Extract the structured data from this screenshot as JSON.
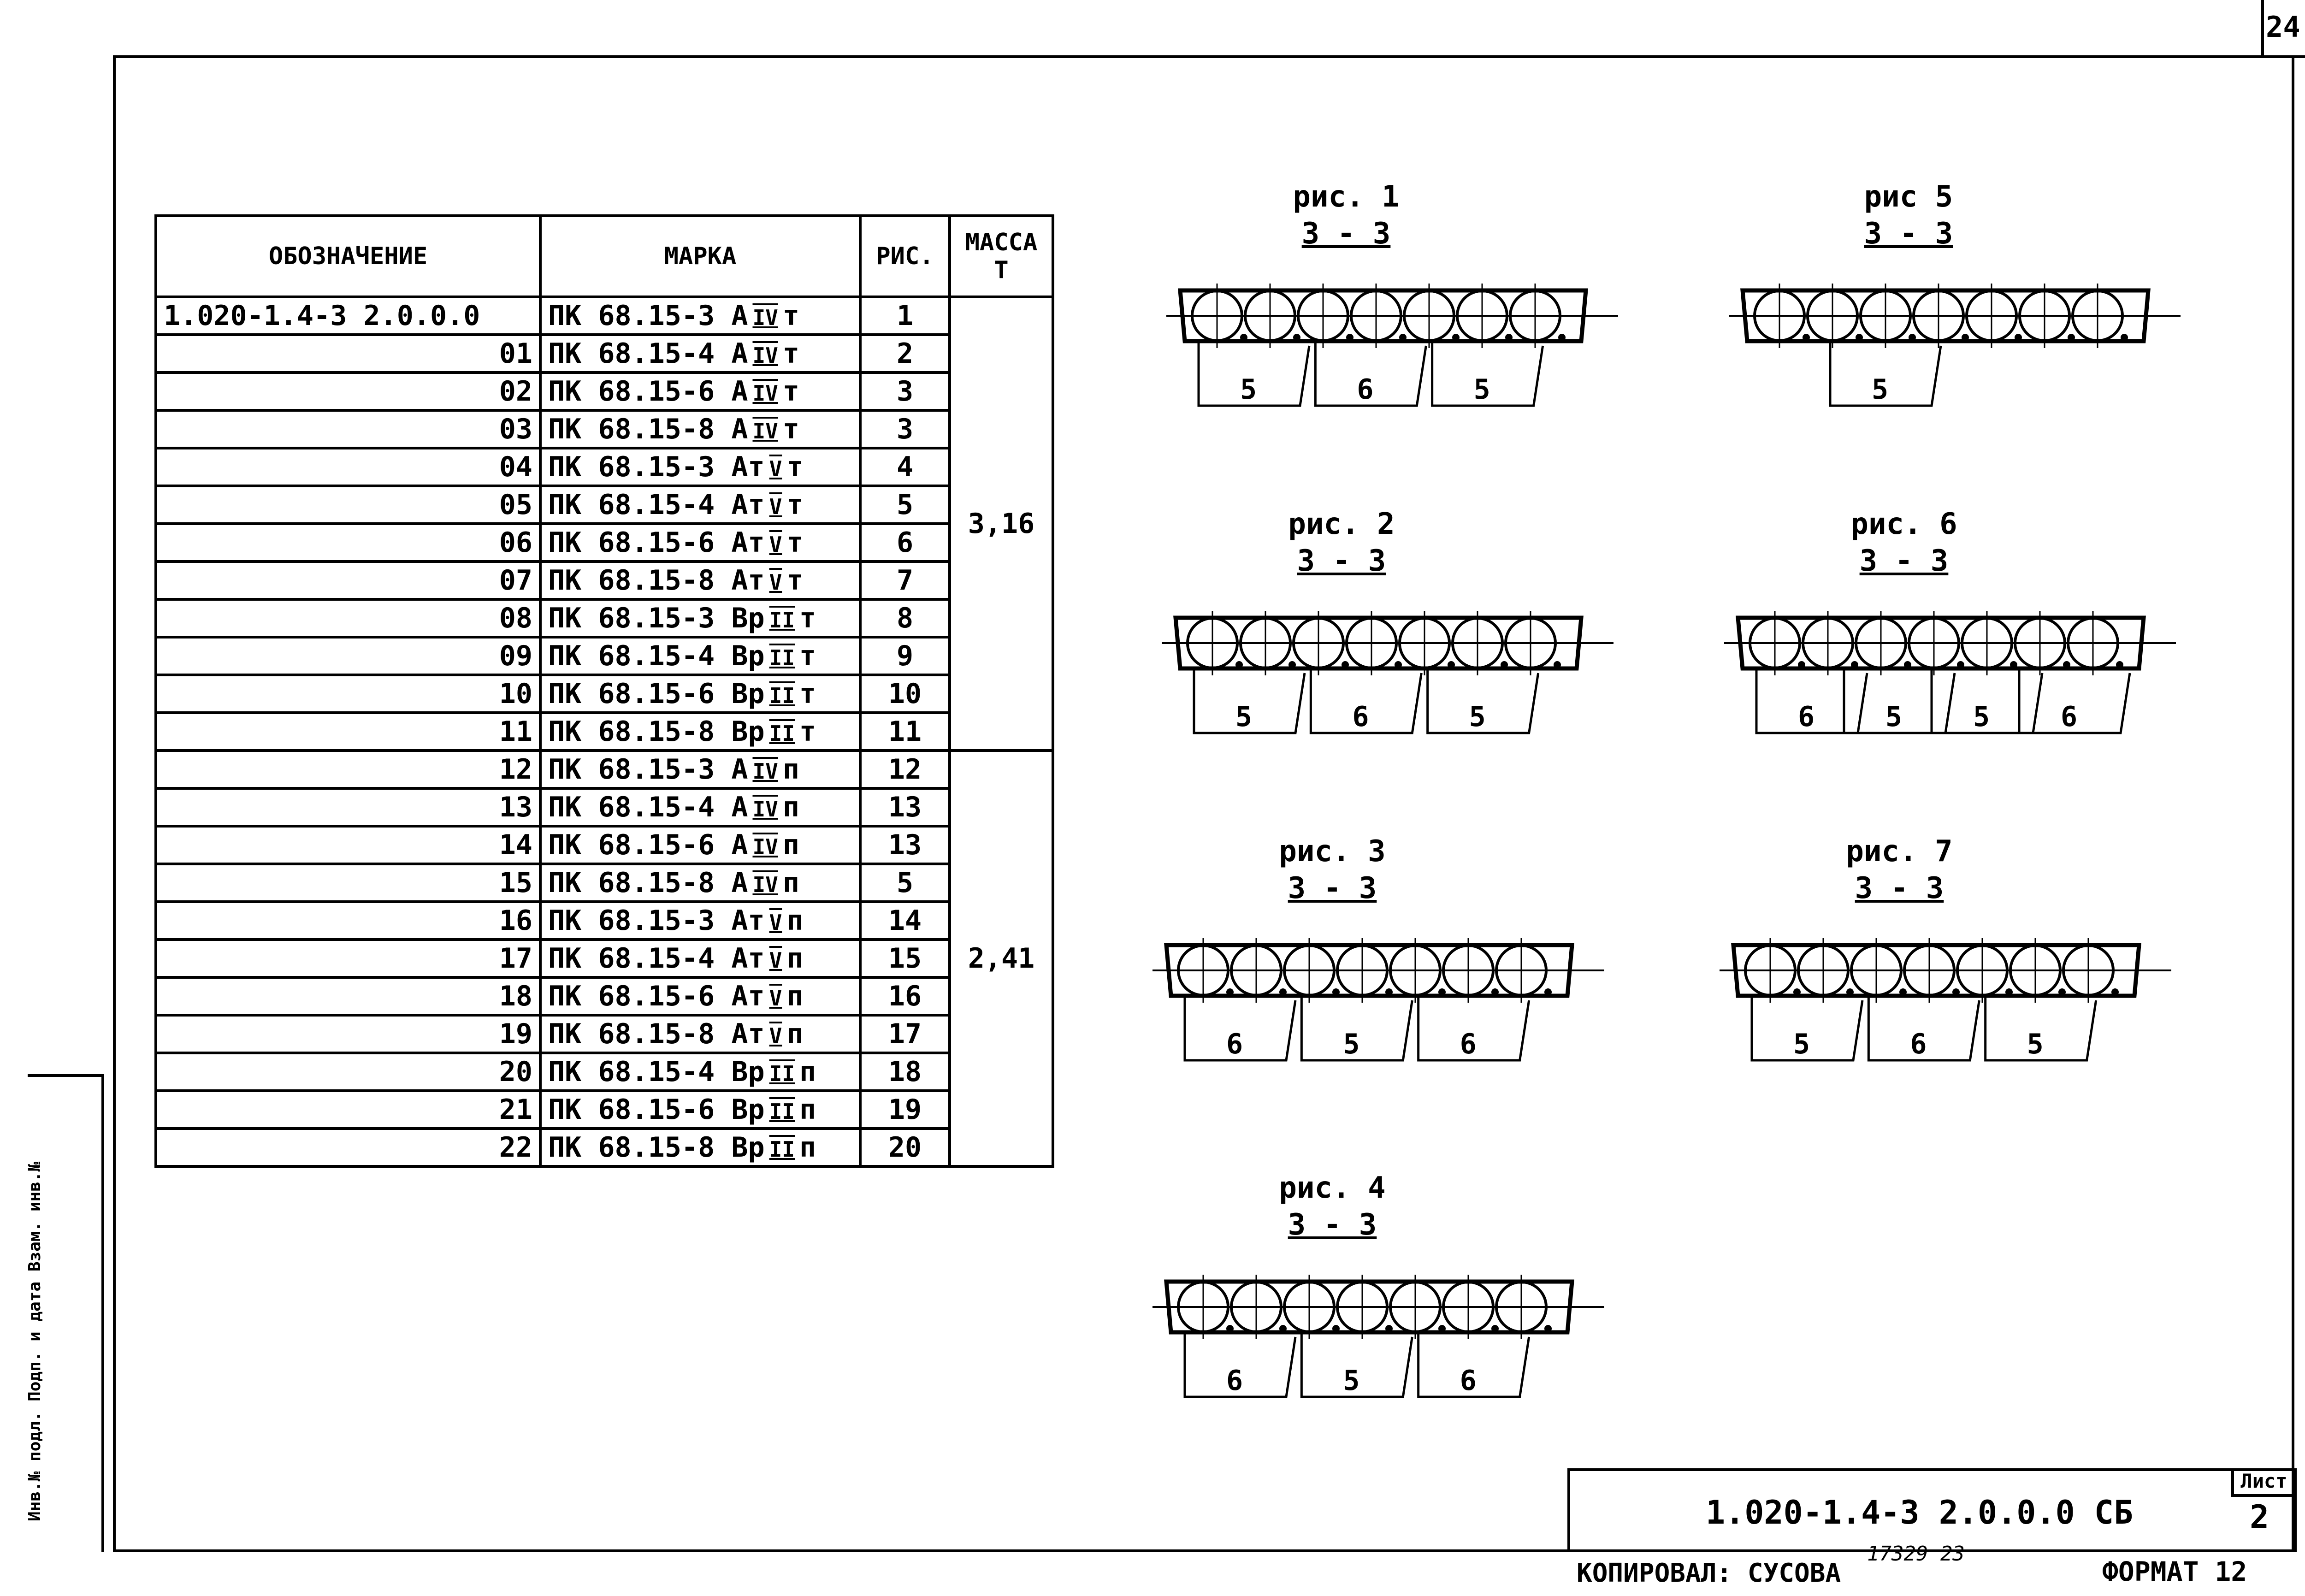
{
  "sheet_corner": "24",
  "table": {
    "headers": {
      "designation": "ОБОЗНАЧЕНИЕ",
      "mark": "МАРКА",
      "figure": "РИС.",
      "mass": "МАССА\nТ"
    },
    "rows": [
      {
        "des": "1.020-1.4-3 2.0.0.0",
        "mark": "ПК 68.15-3 А",
        "cls": "IV",
        "tail": "т",
        "fig": "1"
      },
      {
        "des": "01",
        "mark": "ПК 68.15-4 А",
        "cls": "IV",
        "tail": "т",
        "fig": "2"
      },
      {
        "des": "02",
        "mark": "ПК 68.15-6 А",
        "cls": "IV",
        "tail": "т",
        "fig": "3"
      },
      {
        "des": "03",
        "mark": "ПК 68.15-8 А",
        "cls": "IV",
        "tail": "т",
        "fig": "3"
      },
      {
        "des": "04",
        "mark": "ПК 68.15-3 Ат",
        "cls": "V",
        "tail": "т",
        "fig": "4"
      },
      {
        "des": "05",
        "mark": "ПК 68.15-4 Ат",
        "cls": "V",
        "tail": "т",
        "fig": "5"
      },
      {
        "des": "06",
        "mark": "ПК 68.15-6 Ат",
        "cls": "V",
        "tail": "т",
        "fig": "6"
      },
      {
        "des": "07",
        "mark": "ПК 68.15-8 Ат",
        "cls": "V",
        "tail": "т",
        "fig": "7"
      },
      {
        "des": "08",
        "mark": "ПК 68.15-3 Вр",
        "cls": "II",
        "tail": "т",
        "fig": "8"
      },
      {
        "des": "09",
        "mark": "ПК 68.15-4 Вр",
        "cls": "II",
        "tail": "т",
        "fig": "9"
      },
      {
        "des": "10",
        "mark": "ПК 68.15-6 Вр",
        "cls": "II",
        "tail": "т",
        "fig": "10"
      },
      {
        "des": "11",
        "mark": "ПК 68.15-8 Вр",
        "cls": "II",
        "tail": "т",
        "fig": "11"
      },
      {
        "des": "12",
        "mark": "ПК 68.15-3 А",
        "cls": "IV",
        "tail": "п",
        "fig": "12"
      },
      {
        "des": "13",
        "mark": "ПК 68.15-4 А",
        "cls": "IV",
        "tail": "п",
        "fig": "13"
      },
      {
        "des": "14",
        "mark": "ПК 68.15-6 А",
        "cls": "IV",
        "tail": "п",
        "fig": "13"
      },
      {
        "des": "15",
        "mark": "ПК 68.15-8 А",
        "cls": "IV",
        "tail": "п",
        "fig": "5"
      },
      {
        "des": "16",
        "mark": "ПК 68.15-3 Ат",
        "cls": "V",
        "tail": "п",
        "fig": "14"
      },
      {
        "des": "17",
        "mark": "ПК 68.15-4 Ат",
        "cls": "V",
        "tail": "п",
        "fig": "15"
      },
      {
        "des": "18",
        "mark": "ПК 68.15-6 Ат",
        "cls": "V",
        "tail": "п",
        "fig": "16"
      },
      {
        "des": "19",
        "mark": "ПК 68.15-8 Ат",
        "cls": "V",
        "tail": "п",
        "fig": "17"
      },
      {
        "des": "20",
        "mark": "ПК 68.15-4 Вр",
        "cls": "II",
        "tail": "п",
        "fig": "18"
      },
      {
        "des": "21",
        "mark": "ПК 68.15-6 Вр",
        "cls": "II",
        "tail": "п",
        "fig": "19"
      },
      {
        "des": "22",
        "mark": "ПК 68.15-8 Вр",
        "cls": "II",
        "tail": "п",
        "fig": "20"
      }
    ],
    "mass_groups": [
      {
        "value": "3,16",
        "rows": 12
      },
      {
        "value": "2,41",
        "rows": 11
      }
    ]
  },
  "figures": [
    {
      "title": "рис. 1",
      "section": "3 - 3",
      "labels": [
        "5",
        "6",
        "5"
      ]
    },
    {
      "title": "рис. 2",
      "section": "3 - 3",
      "labels": [
        "5",
        "6",
        "5"
      ]
    },
    {
      "title": "рис. 3",
      "section": "3 - 3",
      "labels": [
        "6",
        "5",
        "6"
      ]
    },
    {
      "title": "рис. 4",
      "section": "3 - 3",
      "labels": [
        "6",
        "5",
        "6"
      ]
    },
    {
      "title": "рис 5",
      "section": "3 - 3",
      "labels": [
        "5"
      ]
    },
    {
      "title": "рис. 6",
      "section": "3 - 3",
      "labels": [
        "6",
        "5",
        "5",
        "6"
      ]
    },
    {
      "title": "рис. 7",
      "section": "3 - 3",
      "labels": [
        "5",
        "6",
        "5"
      ]
    }
  ],
  "title_block": {
    "code": "1.020-1.4-3 2.0.0.0 СБ",
    "sheet_label": "Лист",
    "sheet": "2"
  },
  "footer": {
    "copied": "КОПИРОВАЛ: СУСОВА",
    "copy_number": "17329 23",
    "format": "ФОРМАТ 12"
  },
  "side_stamp": "Инв.№ подл. Подп. и дата Взам. инв.№"
}
